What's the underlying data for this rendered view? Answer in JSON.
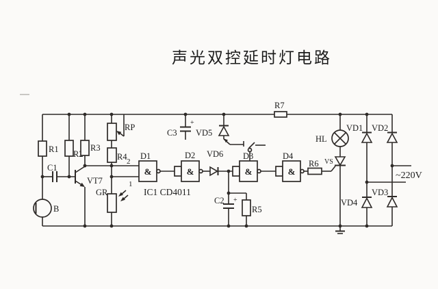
{
  "title": "声光双控延时灯电路",
  "power": {
    "mains": "~220V"
  },
  "ic": {
    "label": "IC1 CD4011",
    "gate_symbol": "&",
    "pin1": "1",
    "pin2": "2"
  },
  "labels": {
    "r1": "R1",
    "r2": "R2",
    "r3": "R3",
    "r4": "R4",
    "r5": "R5",
    "r6": "R6",
    "r7": "R7",
    "rp": "RP",
    "gr": "GR",
    "c1": "C1",
    "c2": "C2",
    "c3": "C3",
    "vt7": "VT7",
    "b": "B",
    "d1": "D1",
    "d2": "D2",
    "d3": "D3",
    "d4": "D4",
    "vd1": "VD1",
    "vd2": "VD2",
    "vd3": "VD3",
    "vd4": "VD4",
    "vd5": "VD5",
    "vd6": "VD6",
    "hl": "HL",
    "vs": "VS",
    "plus": "+"
  },
  "colors": {
    "line": "#2e2a28",
    "background": "#fbfaf8",
    "text": "#1c1c1c"
  }
}
